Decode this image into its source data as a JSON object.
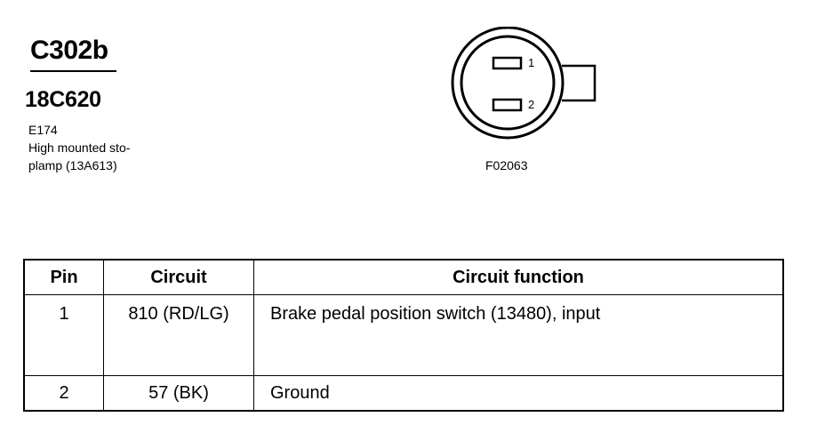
{
  "connector": {
    "id": "C302b",
    "part_number": "18C620",
    "component_code": "E174",
    "component_name_line1": "High mounted sto-",
    "component_name_line2": "plamp (13A613)",
    "figure_code": "F02063",
    "pin_labels": [
      "1",
      "2"
    ]
  },
  "table": {
    "headers": [
      "Pin",
      "Circuit",
      "Circuit function"
    ],
    "rows": [
      {
        "pin": "1",
        "circuit": "810 (RD/LG)",
        "function": "Brake pedal position switch (13480), input"
      },
      {
        "pin": "2",
        "circuit": "57 (BK)",
        "function": "Ground"
      }
    ]
  }
}
